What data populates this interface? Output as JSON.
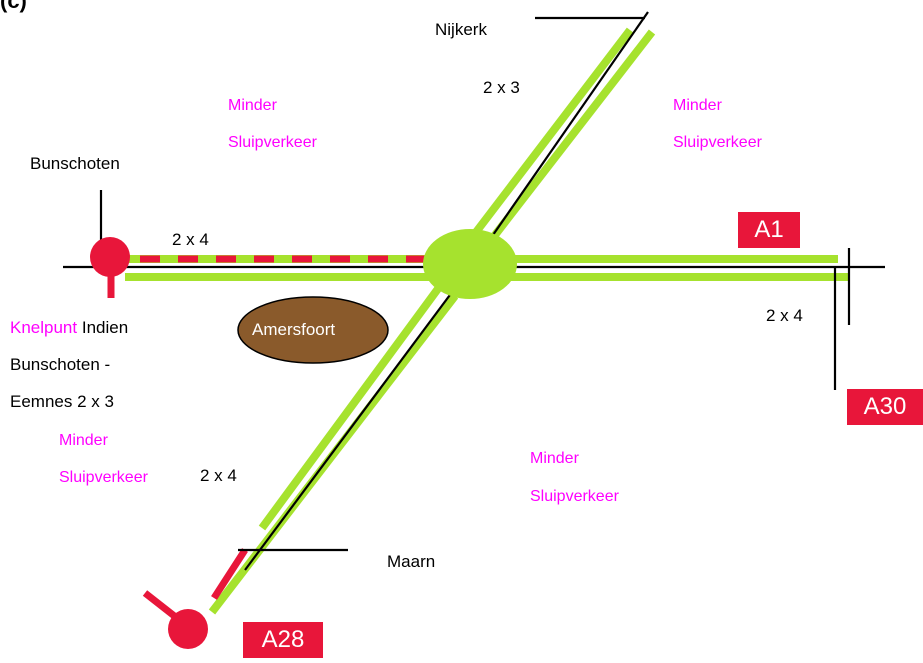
{
  "panel_label": "(c)",
  "places": {
    "nijkerk": "Nijkerk",
    "bunschoten": "Bunschoten",
    "maarn": "Maarn",
    "amersfoort": "Amersfoort"
  },
  "roads": {
    "a1": "A1",
    "a30": "A30",
    "a28": "A28"
  },
  "lanes": {
    "north": "2 x 3",
    "west": "2 x 4",
    "east": "2 x 4",
    "southwest": "2 x 4"
  },
  "minder": {
    "nw": {
      "line1": "Minder",
      "line2": "Sluipverkeer"
    },
    "ne": {
      "line1": "Minder",
      "line2": "Sluipverkeer"
    },
    "w": {
      "line1": "Minder",
      "line2": "Sluipverkeer"
    },
    "se": {
      "line1": "Minder",
      "line2": "Sluipverkeer"
    }
  },
  "knelpunt": {
    "keyword": "Knelpunt",
    "rest1": " Indien",
    "line2": "Bunschoten -",
    "line3": "Eemnes 2 x 3"
  },
  "colors": {
    "green": "#a6e22e",
    "red": "#e8163a",
    "magenta": "#ff00ff",
    "city": "#8a5a2b",
    "line": "#000000"
  }
}
